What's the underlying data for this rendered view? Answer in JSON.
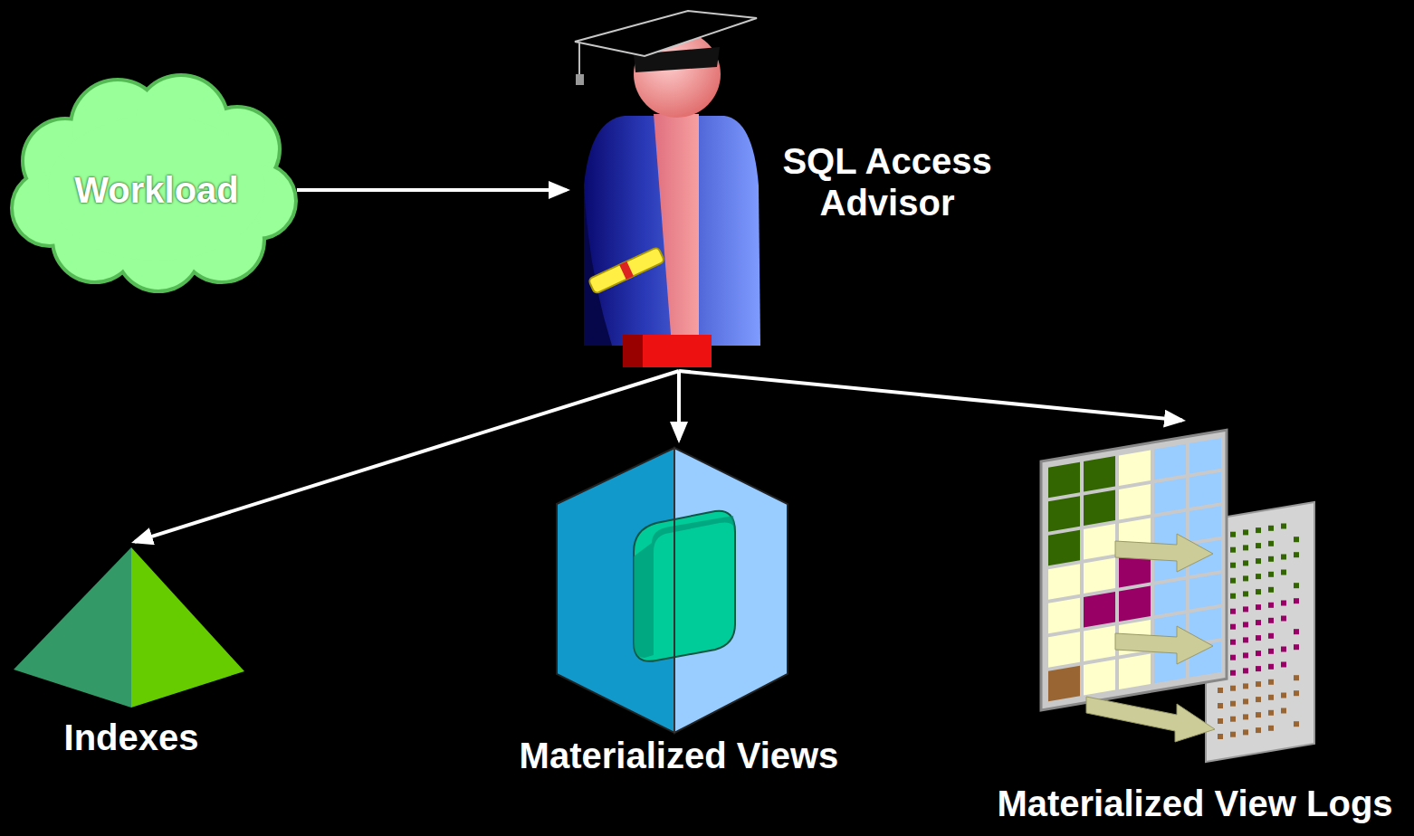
{
  "diagram": {
    "nodes": [
      {
        "text": [
          "Workload"
        ]
      },
      {
        "text": [
          "SQL Access Advisor"
        ]
      },
      {
        "text": [
          "Indexes"
        ]
      },
      {
        "text": [
          "Materialized Views"
        ]
      },
      {
        "text": [
          "Materialized View Logs"
        ]
      }
    ],
    "edges": [
      {
        "from": 0,
        "to": 1,
        "arrow": "to"
      },
      {
        "from": 1,
        "to": 2,
        "arrow": "to"
      },
      {
        "from": 1,
        "to": 3,
        "arrow": "to"
      },
      {
        "from": 1,
        "to": 4,
        "arrow": "to"
      }
    ]
  }
}
